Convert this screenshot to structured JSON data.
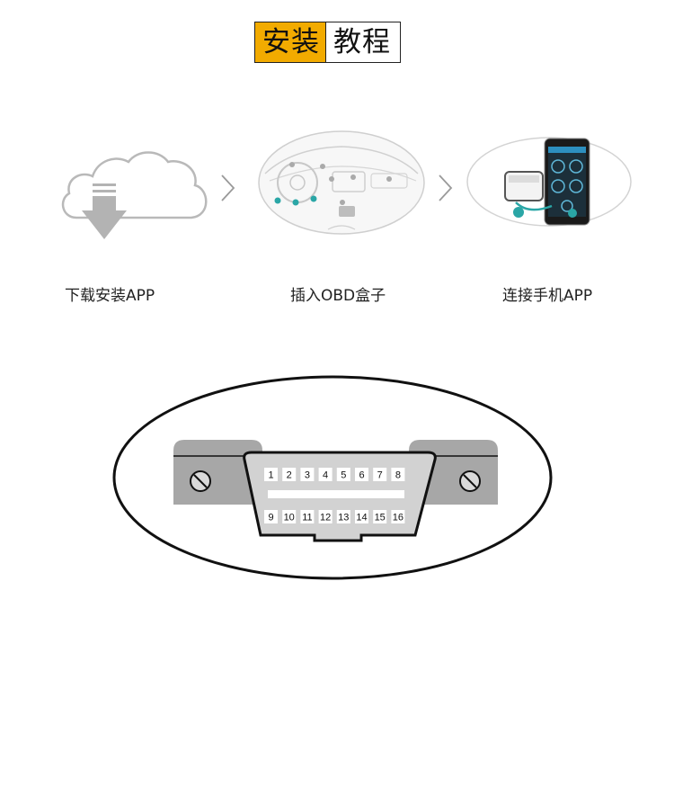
{
  "header": {
    "title_highlight": "安装",
    "title_rest": "教程",
    "accent_color": "#f2ab00"
  },
  "steps": [
    {
      "label": "下载安装APP",
      "icon": "cloud-download-icon"
    },
    {
      "label": "插入OBD盒子",
      "icon": "car-dashboard-icon"
    },
    {
      "label": "连接手机APP",
      "icon": "phone-obd-app-icon"
    }
  ],
  "step_arrow_icon": "chevron-right-icon",
  "connector": {
    "icon": "obd-port-icon",
    "pins_top": [
      "1",
      "2",
      "3",
      "4",
      "5",
      "6",
      "7",
      "8"
    ],
    "pins_bottom": [
      "9",
      "10",
      "11",
      "12",
      "13",
      "14",
      "15",
      "16"
    ]
  }
}
